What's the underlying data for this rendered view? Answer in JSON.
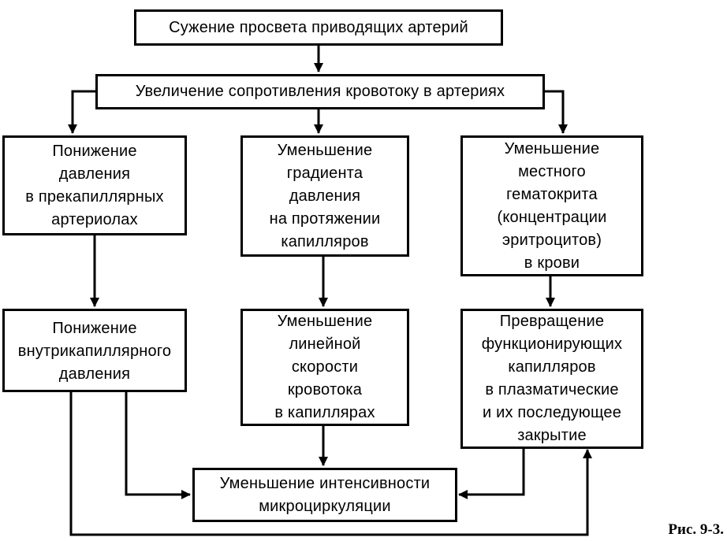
{
  "diagram": {
    "nodes": {
      "narrowing": "Сужение просвета приводящих артерий",
      "resistance": "Увеличение сопротивления кровотоку в артериях",
      "precap_pressure": "Понижение\nдавления\nв прекапиллярных\nартериолах",
      "gradient": "Уменьшение\nградиента\nдавления\nна протяжении\nкапилляров",
      "hematocrit": "Уменьшение\nместного\nгематокрита\n(концентрации\nэритроцитов)\nв крови",
      "intracap_pressure": "Понижение\nвнутрикапиллярного\nдавления",
      "velocity": "Уменьшение\nлинейной\nскорости\nкровотока\nв капиллярах",
      "plasmatic": "Превращение\nфункционирующих\nкапилляров\nв плазматические\nи их последующее\nзакрытие",
      "microcirculation": "Уменьшение интенсивности\nмикроциркуляции"
    },
    "edges": [
      {
        "from": "narrowing",
        "to": "resistance"
      },
      {
        "from": "resistance",
        "to": "precap_pressure"
      },
      {
        "from": "resistance",
        "to": "gradient"
      },
      {
        "from": "resistance",
        "to": "hematocrit"
      },
      {
        "from": "precap_pressure",
        "to": "intracap_pressure"
      },
      {
        "from": "gradient",
        "to": "velocity"
      },
      {
        "from": "hematocrit",
        "to": "plasmatic"
      },
      {
        "from": "intracap_pressure",
        "to": "microcirculation"
      },
      {
        "from": "intracap_pressure",
        "to": "plasmatic"
      },
      {
        "from": "velocity",
        "to": "microcirculation"
      },
      {
        "from": "plasmatic",
        "to": "microcirculation"
      }
    ]
  },
  "caption": "Рис. 9-3."
}
